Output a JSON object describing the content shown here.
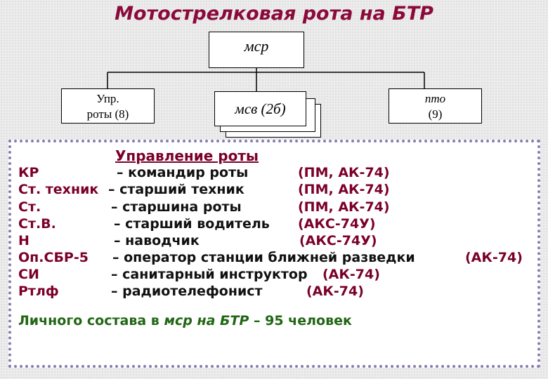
{
  "title": "Мотострелковая рота на БТР",
  "org_chart": {
    "root": "мср",
    "children": [
      {
        "line1": "Упр.",
        "line2": "роты (8)"
      },
      {
        "line1": "мсв (2б)"
      },
      {
        "line1": "пто",
        "line2": "(9)"
      }
    ]
  },
  "panel": {
    "heading": "Управление роты",
    "rows": [
      {
        "abbr": "КР",
        "role": "– командир роты",
        "weapon": "(ПМ, АК-74)"
      },
      {
        "abbr": "Ст. техник",
        "role": "– старший техник",
        "weapon": "(ПМ, АК-74)"
      },
      {
        "abbr": "Ст.",
        "role": "– старшина роты",
        "weapon": "(ПМ, АК-74)"
      },
      {
        "abbr": "Ст.В.",
        "role": "– старший водитель",
        "weapon": "(АКС-74У)"
      },
      {
        "abbr": "Н",
        "role": "– наводчик",
        "weapon": "(АКС-74У)"
      },
      {
        "abbr": "Оп.СБР-5",
        "role": "– оператор станции ближней разведки",
        "weapon": "(АК-74)"
      },
      {
        "abbr": "СИ",
        "role": "– санитарный инструктор",
        "weapon": "(АК-74)"
      },
      {
        "abbr": "Ртлф",
        "role": "– радиотелефонист",
        "weapon": "(АК-74)"
      }
    ],
    "summary": {
      "prefix": "Личного состава  в ",
      "unit": "мср на БТР",
      "suffix": " – 95 человек"
    }
  },
  "colors": {
    "title": "#8b0a3a",
    "heading": "#7b0028",
    "summary": "#206614",
    "panel_border": "#8a7ab2"
  }
}
